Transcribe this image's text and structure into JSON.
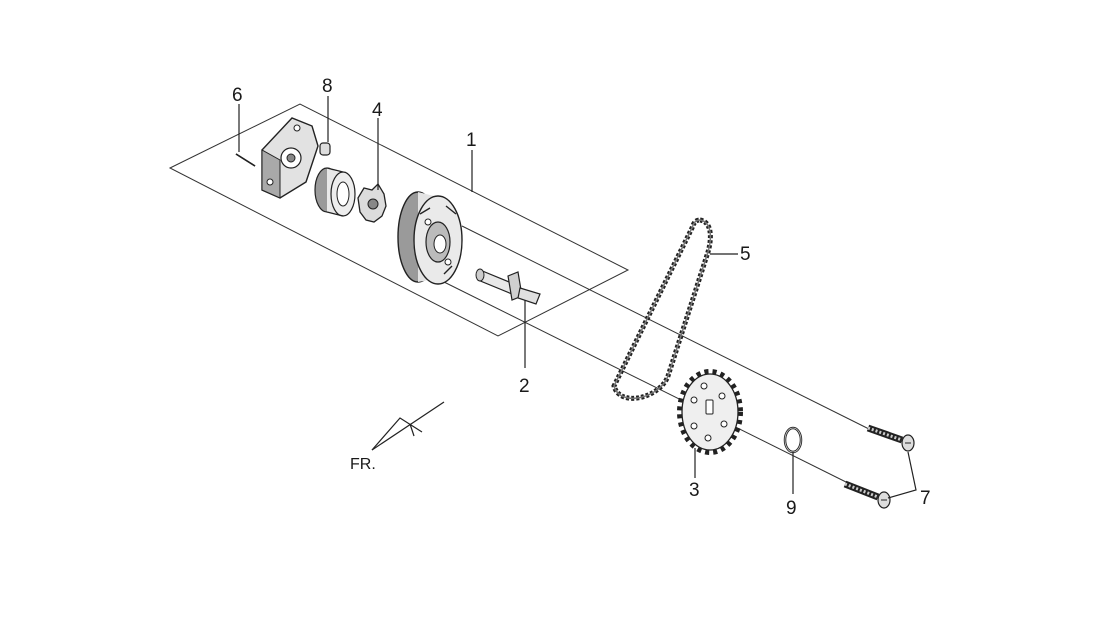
{
  "diagram": {
    "callouts": {
      "c1": "1",
      "c2": "2",
      "c3": "3",
      "c4": "4",
      "c5": "5",
      "c6": "6",
      "c7": "7",
      "c8": "8",
      "c9": "9"
    },
    "front_label": "FR.",
    "colors": {
      "line": "#222222",
      "part_fill": "#e6e6e6",
      "part_shade": "#9a9a9a",
      "background": "#ffffff"
    }
  }
}
